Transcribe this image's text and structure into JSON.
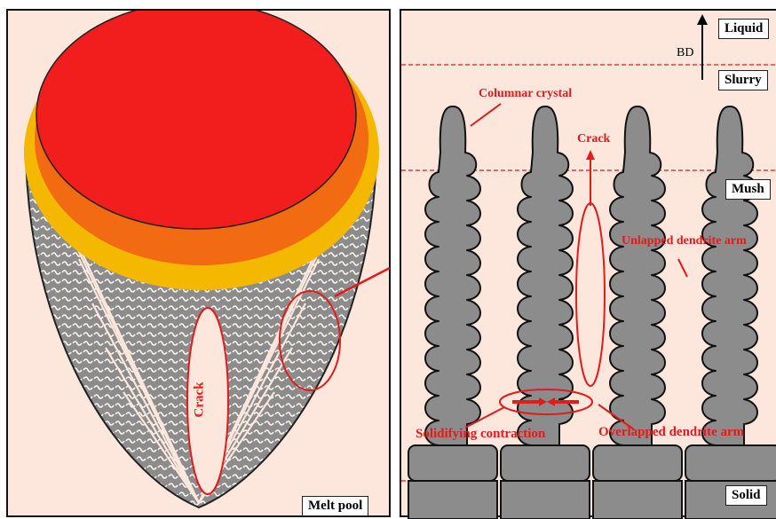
{
  "left_panel": {
    "melt_pool_label": "Melt pool",
    "crack_label": "Crack"
  },
  "right_panel": {
    "build_direction": "BD",
    "zones": {
      "liquid": "Liquid",
      "slurry": "Slurry",
      "mush": "Mush",
      "solid": "Solid"
    },
    "annotations": {
      "columnar_crystal": "Columnar crystal",
      "crack": "Crack",
      "unlapped_dendrite_arm": "Unlapped dendrite arm",
      "solidifying_contraction": "Solidifying contraction",
      "overlapped_dendrite_arm": "Overlapped dendrite arm"
    }
  },
  "colors": {
    "background": "#fde6dc",
    "melt_core": "#f21d1d",
    "melt_ring_orange": "#f26a12",
    "melt_ring_yellow": "#f4b800",
    "dendrite": "#8c8c8c",
    "annotation": "#e21b1b"
  }
}
